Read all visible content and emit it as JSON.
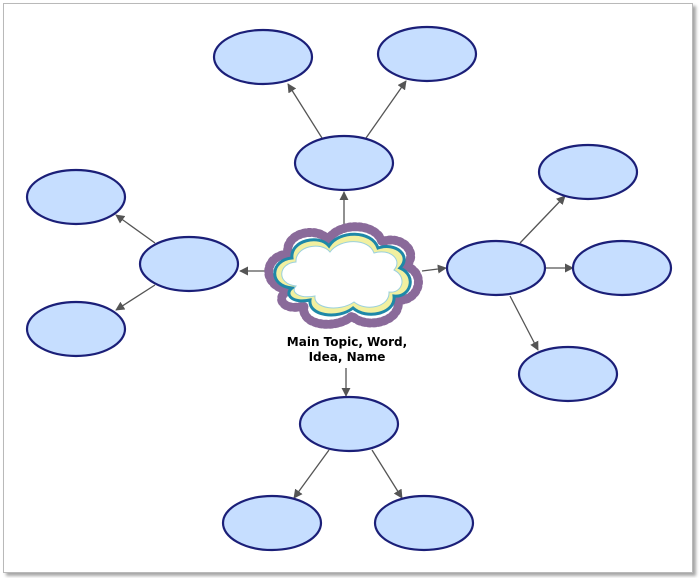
{
  "center": {
    "label_line1": "Main Topic, Word,",
    "label_line2": "Idea, Name",
    "icon": "cloud-icon"
  },
  "colors": {
    "node_fill": "#c6deff",
    "node_stroke": "#1b1f78",
    "arrow": "#555555",
    "cloud_outline": "#1e88a8",
    "cloud_halo": "#f2f0a0",
    "cloud_fringe": "#8a6a9a"
  },
  "branches": [
    "top",
    "left",
    "right",
    "bottom"
  ],
  "node_text": {
    "top": "",
    "top_left": "",
    "top_right": "",
    "left": "",
    "left_top": "",
    "left_bottom": "",
    "right": "",
    "right_top": "",
    "right_middle": "",
    "right_bottom": "",
    "bottom": "",
    "bottom_left": "",
    "bottom_right": ""
  }
}
